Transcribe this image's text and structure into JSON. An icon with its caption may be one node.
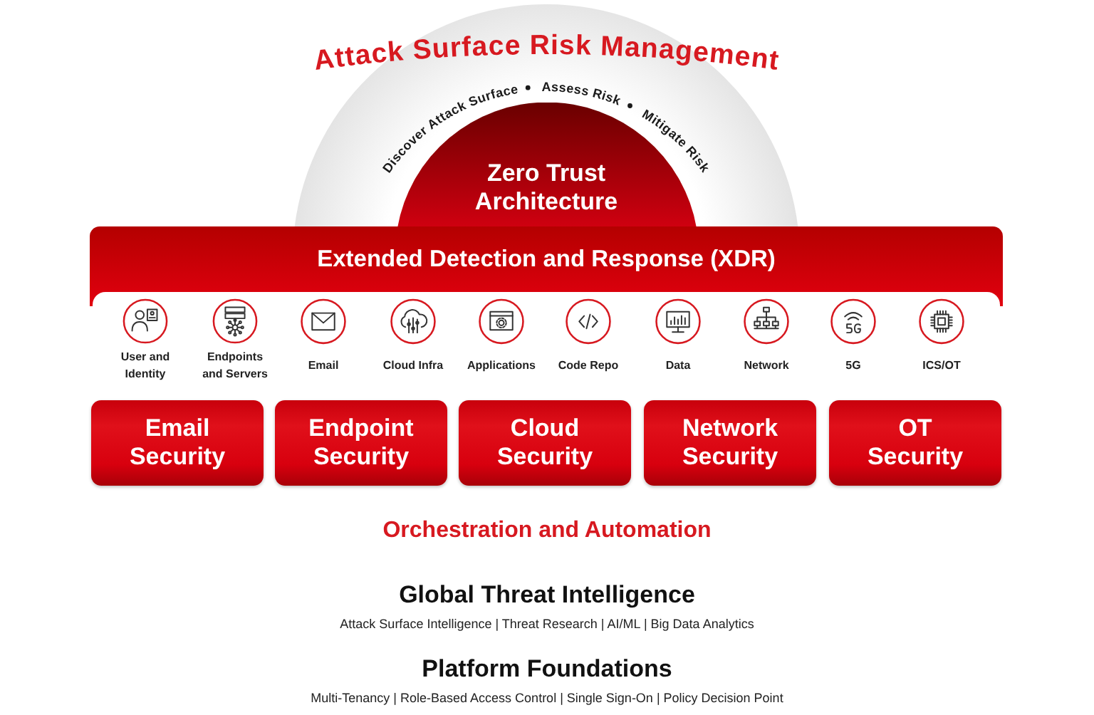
{
  "diagram": {
    "nodes": [
      {
        "text": [
          "Attack Surface Risk Management",
          "Discover Attack Surface",
          "Assess Risk",
          "Mitigate Risk"
        ]
      },
      {
        "text": [
          "Zero Trust Architecture"
        ],
        "in": 0
      },
      {
        "text": [
          "Extended Detection and Response (XDR)"
        ]
      },
      {
        "text": [
          "User and Identity"
        ],
        "in": 2
      },
      {
        "text": [
          "Endpoints and Servers"
        ],
        "in": 2
      },
      {
        "text": [
          "Email"
        ],
        "in": 2
      },
      {
        "text": [
          "Cloud Infra"
        ],
        "in": 2
      },
      {
        "text": [
          "Applications"
        ],
        "in": 2
      },
      {
        "text": [
          "Code Repo"
        ],
        "in": 2
      },
      {
        "text": [
          "Data"
        ],
        "in": 2
      },
      {
        "text": [
          "Network"
        ],
        "in": 2
      },
      {
        "text": [
          "5G"
        ],
        "in": 2
      },
      {
        "text": [
          "ICS/OT"
        ],
        "in": 2
      },
      {
        "text": [
          "Email Security"
        ]
      },
      {
        "text": [
          "Endpoint Security"
        ]
      },
      {
        "text": [
          "Cloud Security"
        ]
      },
      {
        "text": [
          "Network Security"
        ]
      },
      {
        "text": [
          "OT Security"
        ]
      }
    ],
    "labels": [
      "Orchestration and Automation",
      "Global Threat Intelligence",
      "Attack Surface Intelligence | Threat Research | AI/ML | Big Data Analytics",
      "Platform Foundations",
      "Multi-Tenancy | Role-Based Access Control | Single Sign-On | Policy Decision Point"
    ]
  }
}
